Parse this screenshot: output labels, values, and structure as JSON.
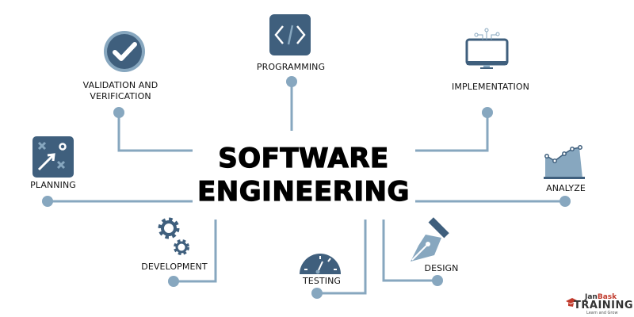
{
  "title": {
    "line1": "SOFTWARE",
    "line2": "ENGINEERING"
  },
  "nodes": {
    "programming": {
      "label": "PROGRAMMING",
      "icon": "code-icon"
    },
    "validation": {
      "label_line1": "VALIDATION AND",
      "label_line2": "VERIFICATION",
      "icon": "checkmark-icon"
    },
    "implementation": {
      "label": "IMPLEMENTATION",
      "icon": "monitor-icon"
    },
    "planning": {
      "label": "PLANNING",
      "icon": "strategy-icon"
    },
    "analyze": {
      "label": "ANALYZE",
      "icon": "area-chart-icon"
    },
    "development": {
      "label": "DEVELOPMENT",
      "icon": "gears-icon"
    },
    "testing": {
      "label": "TESTING",
      "icon": "gauge-icon"
    },
    "design": {
      "label": "DESIGN",
      "icon": "pen-nib-icon"
    }
  },
  "logo": {
    "brand_a": "Jan",
    "brand_b": "Bask",
    "brand_c": "TRAINING",
    "tagline": "Learn and Grow"
  },
  "colors": {
    "dark": "#3f5f7d",
    "light": "#87a7bf",
    "text": "#111111",
    "accent": "#c0392b"
  }
}
